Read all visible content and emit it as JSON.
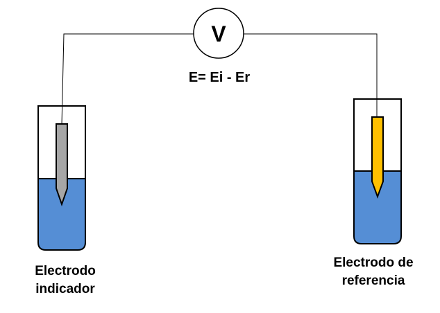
{
  "voltmeter": {
    "symbol": "V",
    "equation": "E= Ei - Er"
  },
  "electrodes": [
    {
      "id": "indicator",
      "label_lines": [
        "Electrodo",
        "indicador"
      ],
      "color": "#A6A6A6"
    },
    {
      "id": "reference",
      "label_lines": [
        "Electrodo de",
        "referencia"
      ],
      "color": "#FFC000"
    }
  ],
  "colors": {
    "solution": "#558ED5",
    "outline": "#000000",
    "wire": "#000000"
  }
}
